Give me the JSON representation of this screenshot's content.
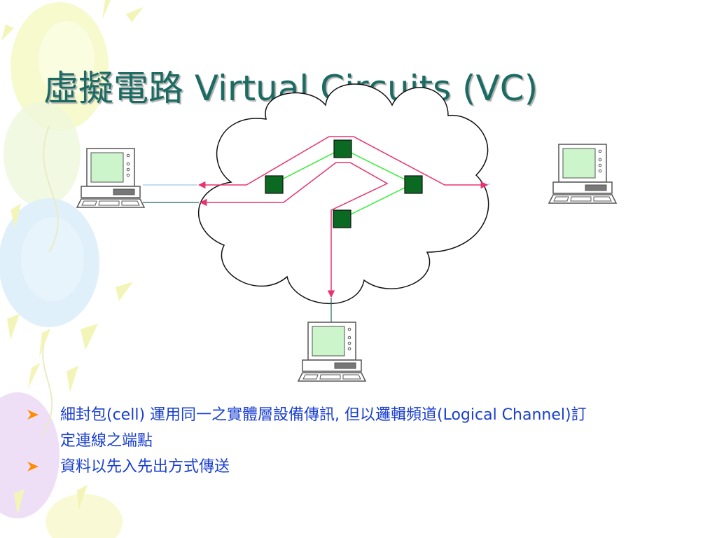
{
  "slide": {
    "title": "虛擬電路 Virtual Circuits (VC)",
    "bullets": [
      {
        "text": "細封包(cell) 運用同一之實體層設備傳訊, 但以邏輯頻道(Logical Channel)訂定連線之端點",
        "icon": "arrow-bullet-icon"
      },
      {
        "text": "資料以先入先出方式傳送",
        "icon": "arrow-bullet-icon"
      }
    ]
  },
  "diagram": {
    "computers": [
      "left-computer",
      "right-computer",
      "bottom-computer"
    ],
    "switches": [
      "switch-top",
      "switch-left",
      "switch-right",
      "switch-bottom"
    ]
  },
  "colors": {
    "title": "#1b6b62",
    "bullet_text": "#1a3fd0",
    "bullet_marker": "#ff8c00",
    "circuit_pink": "#e8336e",
    "circuit_green": "#33ee33",
    "switch_green": "#0a6a22",
    "screen_green": "#ccf5cc"
  }
}
